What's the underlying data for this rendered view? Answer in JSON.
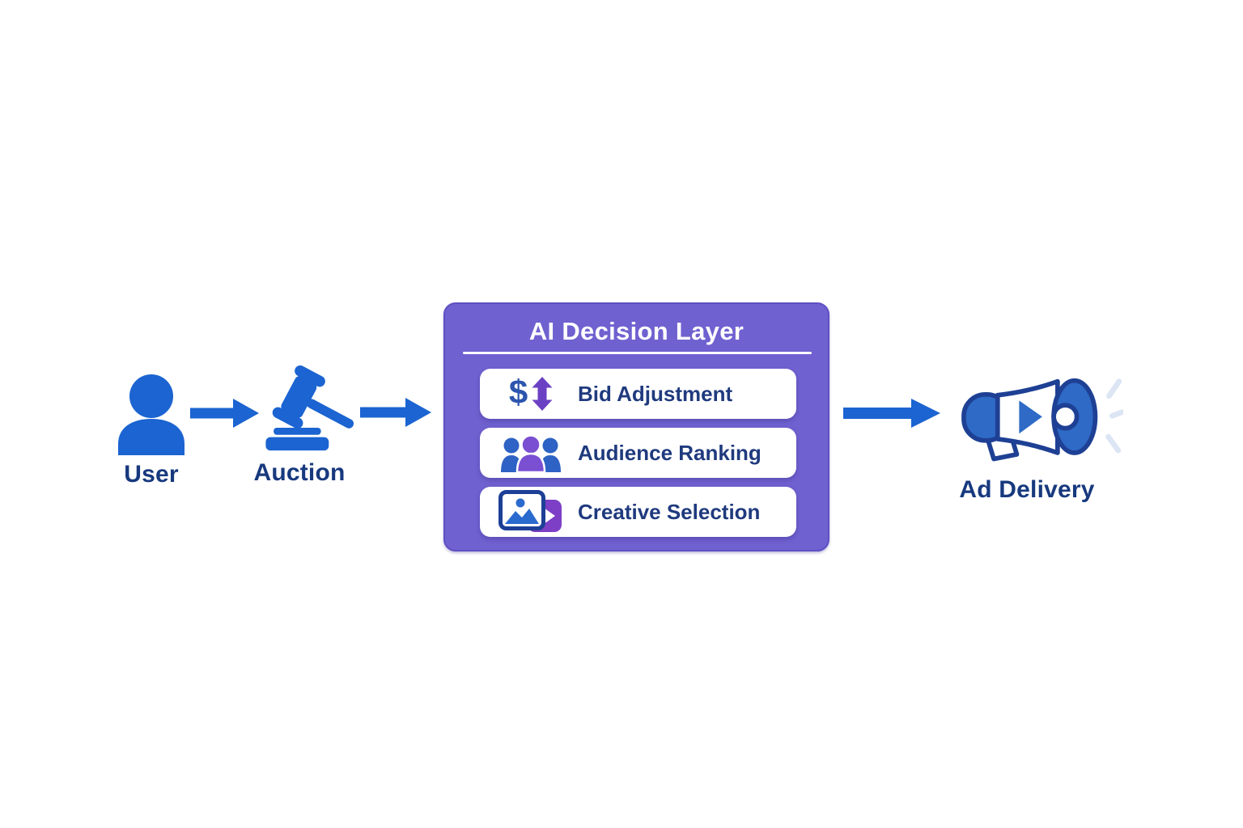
{
  "diagram": {
    "nodes": {
      "user": {
        "label": "User",
        "icon": "person-icon"
      },
      "auction": {
        "label": "Auction",
        "icon": "gavel-icon"
      },
      "ai_box": {
        "title": "AI Decision Layer",
        "dollar_glyph": "$",
        "items": [
          {
            "label": "Bid Adjustment",
            "icon": "dollar-updown-icon"
          },
          {
            "label": "Audience Ranking",
            "icon": "people-group-icon"
          },
          {
            "label": "Creative Selection",
            "icon": "image-video-icon"
          }
        ]
      },
      "ad_delivery": {
        "label": "Ad Delivery",
        "icon": "megaphone-icon"
      }
    },
    "flow": [
      "User",
      "Auction",
      "AI Decision Layer",
      "Ad Delivery"
    ],
    "connector_icon": "arrow-right-icon",
    "colors": {
      "primary_blue": "#1B64D1",
      "dark_navy_text": "#17397E",
      "panel_purple": "#6F61D0",
      "row_text_navy": "#1F3A7E",
      "dollar_blue": "#2B55AE",
      "updown_purple": "#6B41C4",
      "people_blue": "#2E62C4",
      "people_purple": "#7A4FD2",
      "creative_purple": "#7C3FC6",
      "image_blue": "#2A6ACE",
      "megaphone_fill": "#2E6AC6",
      "megaphone_outline": "#1E4094",
      "sound_wave": "#DCE5F4",
      "background": "#FFFFFF"
    }
  }
}
